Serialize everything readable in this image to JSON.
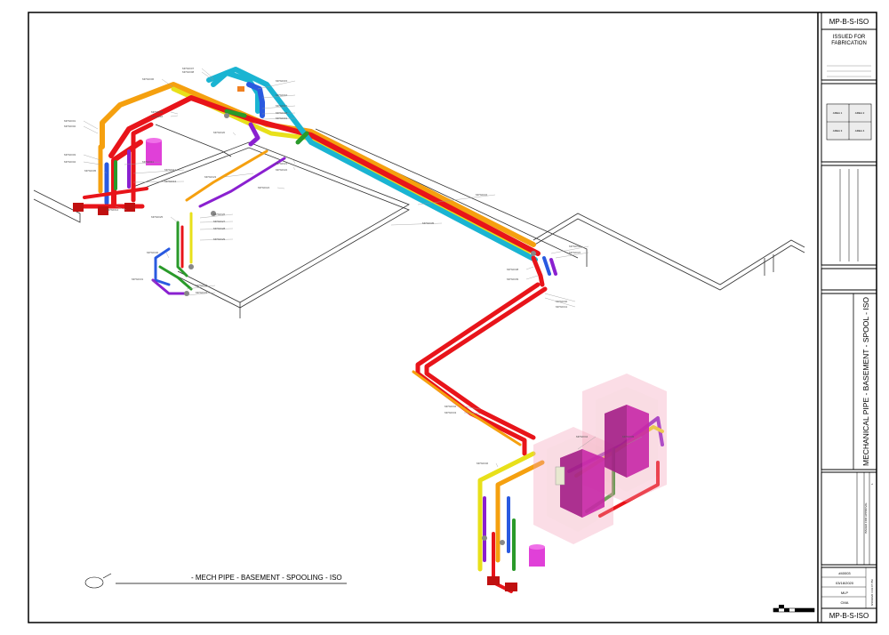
{
  "sheet": {
    "number_top": "MP-B-S-ISO",
    "number_bottom": "MP-B-S-ISO",
    "issue_status": "ISSUED FOR FABRICATION",
    "title": "MECHANICAL PIPE - BASEMENT - SPOOL - ISO",
    "project_number": "#40003",
    "date": "03/18/2020",
    "drawn_by": "MLP",
    "checked_by": "CMA",
    "print_stamp": "8/10/2020 4:19:47 PM"
  },
  "key_plan": {
    "areas": [
      "AREA 1",
      "AREA 2",
      "AREA 3",
      "AREA 4"
    ]
  },
  "revision": {
    "description": "ISSUED FOR APPROVAL",
    "number": "1"
  },
  "view": {
    "title": "- MECH PIPE - BASEMENT - SPOOLING - ISO"
  },
  "pipe_colors": {
    "red": "#e8141a",
    "orange": "#f5a00f",
    "yellow": "#e8e01a",
    "cyan": "#1ab4d2",
    "blue": "#2a5ae0",
    "purple": "#8a20d0",
    "green": "#2a9a2a",
    "magenta": "#e040d8"
  },
  "tags": [
    "MPS0001",
    "MPS0002",
    "MPS0003",
    "MPS0004",
    "MPS0005",
    "MPS0006",
    "MPS0007",
    "MPS0008",
    "MPS0009",
    "MPS0010",
    "MPS0011",
    "MPS0012",
    "MPS0013",
    "MPS0014",
    "MPS0015",
    "MPS0016",
    "MPS0017",
    "MPS0018",
    "MPS0019",
    "MPS0020",
    "MPS0021",
    "MPS0022",
    "MPS0023",
    "MPS0024",
    "MPS0025",
    "MPS0026",
    "MPS0027",
    "MPS0028",
    "MPS0029",
    "MPS0030",
    "MPS0031",
    "MPS0032",
    "MPS0033",
    "MPS0034",
    "MPS0035",
    "MPS0036",
    "MPS0037",
    "MPS0038",
    "MPS0039",
    "MPS0040",
    "MPS0041",
    "MPS0042",
    "MPS0043",
    "MPS0044",
    "MPS0045",
    "MPS0046"
  ]
}
